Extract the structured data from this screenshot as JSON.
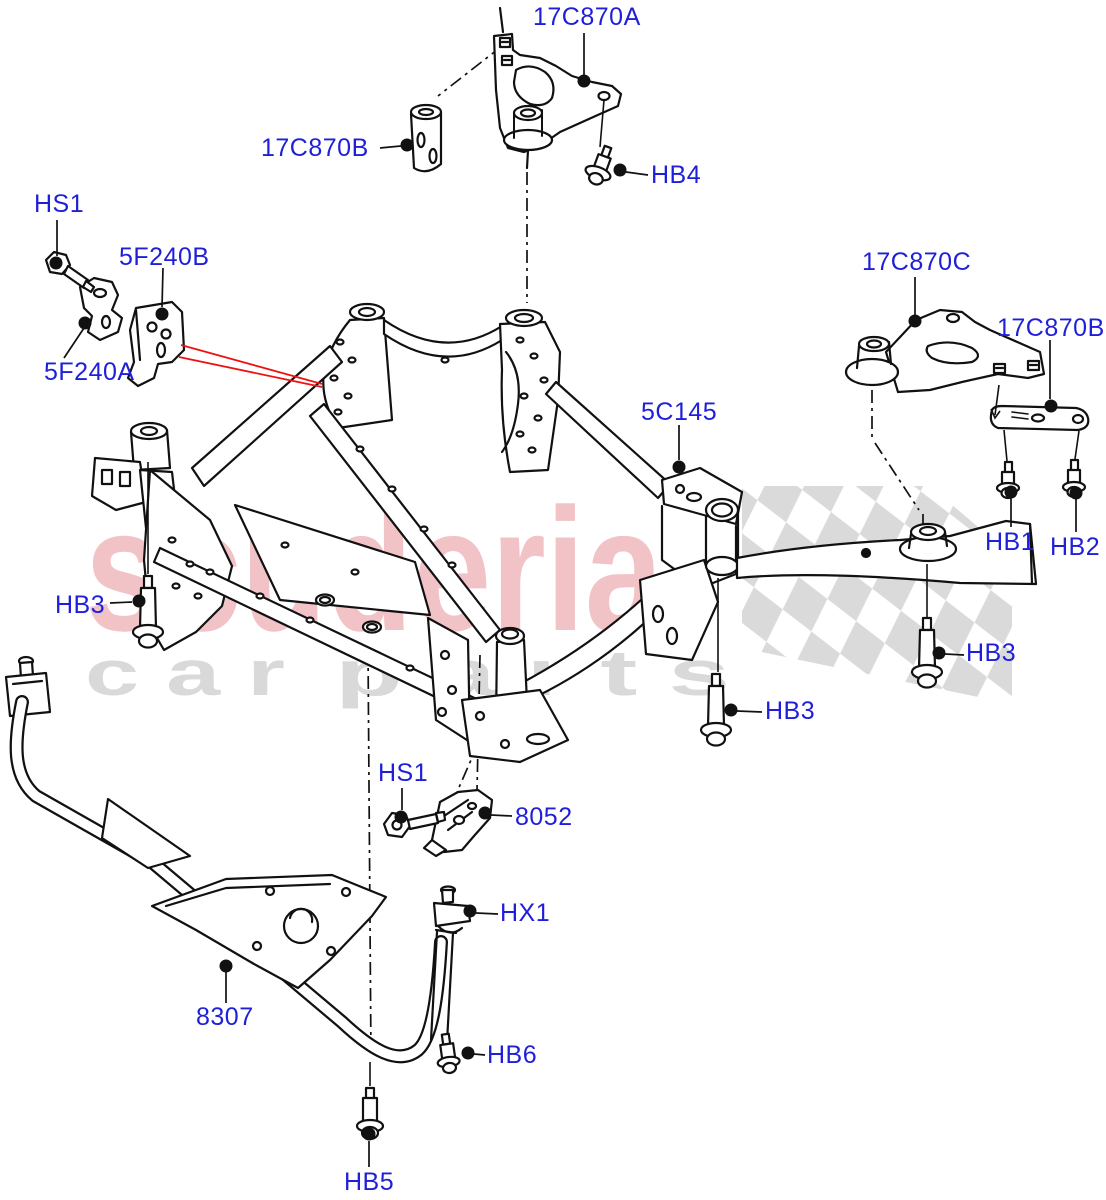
{
  "diagram": {
    "description": "Front subframe / crossmember exploded parts diagram",
    "callouts": [
      {
        "label": "17C870A"
      },
      {
        "label": "17C870B"
      },
      {
        "label": "HB4"
      },
      {
        "label": "HS1"
      },
      {
        "label": "5F240B"
      },
      {
        "label": "5F240A"
      },
      {
        "label": "17C870C"
      },
      {
        "label": "17C870B"
      },
      {
        "label": "5C145"
      },
      {
        "label": "HB1"
      },
      {
        "label": "HB2"
      },
      {
        "label": "HB3"
      },
      {
        "label": "HB3"
      },
      {
        "label": "HB3"
      },
      {
        "label": "HS1"
      },
      {
        "label": "8052"
      },
      {
        "label": "HX1"
      },
      {
        "label": "8307"
      },
      {
        "label": "HB6"
      },
      {
        "label": "HB5"
      }
    ]
  },
  "watermark": {
    "line1": "scuderia",
    "line2": "c a r",
    "line3": "p a r t s"
  },
  "colors": {
    "label_blue": "#1f1fd9",
    "line_black": "#111111",
    "leader_red": "#ee1111",
    "watermark_pink": "#f1c3c7",
    "watermark_gray": "#d9d9d9",
    "checker_gray": "#dadada"
  }
}
